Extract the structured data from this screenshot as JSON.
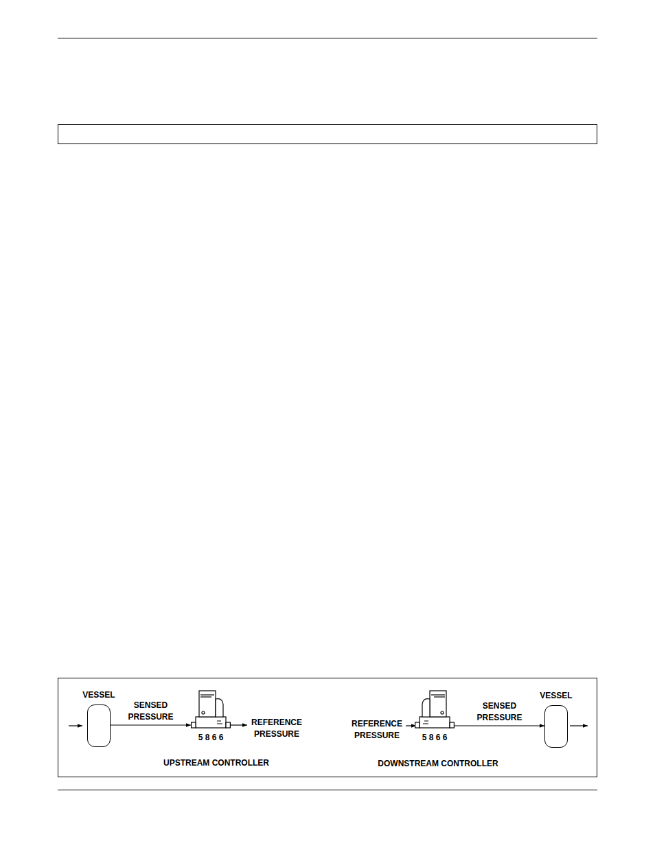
{
  "diagram": {
    "nodes": [
      {
        "text": [
          "VESSEL"
        ]
      },
      {
        "text": [
          "5 8 6 6"
        ]
      },
      {
        "text": [
          "5 8 6 6"
        ]
      },
      {
        "text": [
          "VESSEL"
        ]
      }
    ],
    "edges": [
      {
        "from": 0,
        "to": 1,
        "label": "SENSED PRESSURE",
        "arrow": "to"
      },
      {
        "from": 2,
        "to": 3,
        "label": "SENSED PRESSURE",
        "arrow": "to"
      }
    ],
    "labels": [
      "REFERENCE PRESSURE",
      "UPSTREAM CONTROLLER",
      "REFERENCE PRESSURE",
      "DOWNSTREAM CONTROLLER"
    ]
  }
}
